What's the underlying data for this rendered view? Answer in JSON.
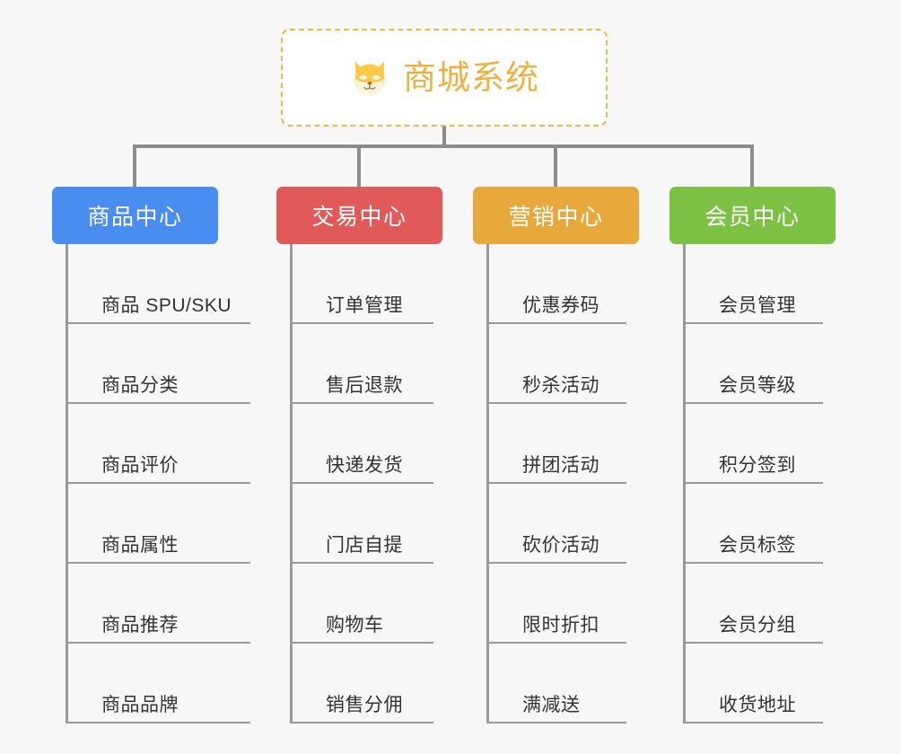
{
  "background_color": "#f7f7f7",
  "root": {
    "title": "商城系统",
    "icon": "shiba-dog-icon",
    "text_color": "#f0b040",
    "border_color": "#f0b840",
    "background": "#ffffff"
  },
  "connector_color": "#8c8c8c",
  "leaf_line_color": "#9a9a9a",
  "leaf_text_color": "#333333",
  "columns": [
    {
      "id": "product-center",
      "label": "商品中心",
      "color": "#4a8df0",
      "items": [
        "商品 SPU/SKU",
        "商品分类",
        "商品评价",
        "商品属性",
        "商品推荐",
        "商品品牌"
      ]
    },
    {
      "id": "trade-center",
      "label": "交易中心",
      "color": "#e05a5a",
      "items": [
        "订单管理",
        "售后退款",
        "快递发货",
        "门店自提",
        "购物车",
        "销售分佣"
      ]
    },
    {
      "id": "marketing-center",
      "label": "营销中心",
      "color": "#e8a93c",
      "items": [
        "优惠券码",
        "秒杀活动",
        "拼团活动",
        "砍价活动",
        "限时折扣",
        "满减送"
      ]
    },
    {
      "id": "member-center",
      "label": "会员中心",
      "color": "#7cc044",
      "items": [
        "会员管理",
        "会员等级",
        "积分签到",
        "会员标签",
        "会员分组",
        "收货地址"
      ]
    }
  ]
}
